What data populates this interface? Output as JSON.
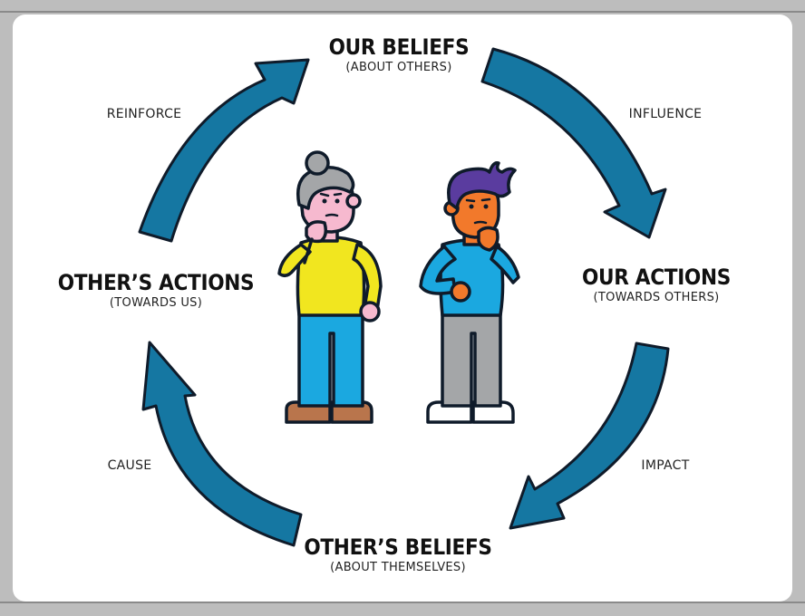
{
  "nodes": {
    "our_beliefs": {
      "title": "OUR BELIEFS",
      "subtitle": "(ABOUT OTHERS)"
    },
    "our_actions": {
      "title": "OUR ACTIONS",
      "subtitle": "(TOWARDS OTHERS)"
    },
    "others_beliefs": {
      "title": "OTHER’S BELIEFS",
      "subtitle": "(ABOUT THEMSELVES)"
    },
    "others_actions": {
      "title": "OTHER’S ACTIONS",
      "subtitle": "(TOWARDS US)"
    }
  },
  "edges": {
    "influence": "INFLUENCE",
    "impact": "IMPACT",
    "cause": "CAUSE",
    "reinforce": "REINFORCE"
  },
  "colors": {
    "arrow": "#1577a2",
    "outline": "#0f1b2a",
    "woman_shirt": "#f1e61f",
    "man_shirt": "#1ba8e0",
    "woman_pants": "#1ba8e0",
    "man_pants": "#a4a6a8",
    "woman_skin": "#f6b9cf",
    "man_skin": "#f2792b",
    "woman_hair": "#a4a6a8",
    "man_hair": "#5a3c9f"
  }
}
